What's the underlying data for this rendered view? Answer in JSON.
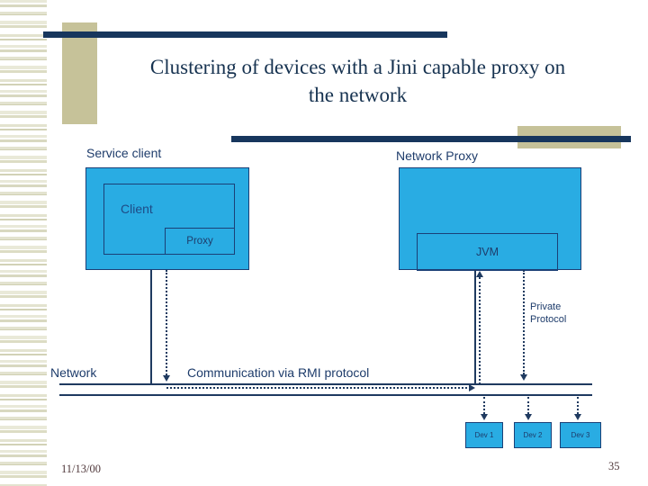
{
  "title": {
    "line1": "Clustering of devices with a Jini capable proxy on",
    "line2": "the network"
  },
  "diagram": {
    "service_client_label": "Service client",
    "network_proxy_label": "Network Proxy",
    "client_label": "Client",
    "proxy_label": "Proxy",
    "jvm_label": "JVM",
    "private_protocol_line1": "Private",
    "private_protocol_line2": "Protocol",
    "network_label": "Network",
    "rmi_label": "Communication via RMI protocol",
    "devices": [
      {
        "label": "Dev 1"
      },
      {
        "label": "Dev 2"
      },
      {
        "label": "Dev 3"
      }
    ]
  },
  "footer": {
    "date": "11/13/00",
    "page_number": "35"
  },
  "colors": {
    "accent_bar": "#17365d",
    "tan_block": "#c6c299",
    "box_fill": "#29ace3",
    "box_border": "#1b4077",
    "diagram_line": "#1f3a60",
    "label_text": "#1e3c6b",
    "title_text": "#163250",
    "footer_text": "#50383b"
  }
}
